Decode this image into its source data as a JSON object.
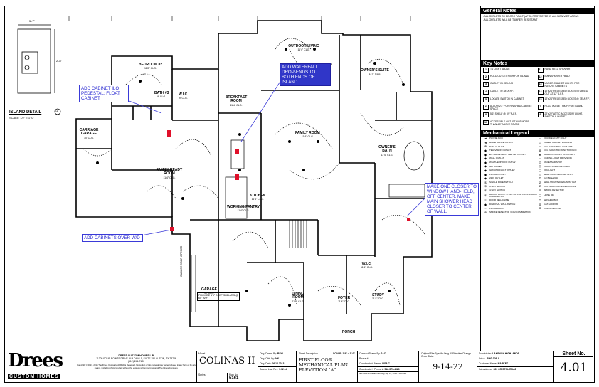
{
  "general_notes": {
    "title": "General Notes",
    "lines": [
      "-ALL OUTLETS TO BE ARC FAULT (AFCI) PROTECTED IN ALL NON-WET AREAS",
      "-ALL OUTLETS WILL BE TAMPER RESISTANT"
    ]
  },
  "key_notes": {
    "title": "Key Notes",
    "items": [
      {
        "num": "1",
        "text": "TV LIGHT ABOVE"
      },
      {
        "num": "11",
        "text": "HAND HELD SHOWER"
      },
      {
        "num": "2",
        "text": "HOLD OUTLET HIGH FOR ISLAND"
      },
      {
        "num": "12",
        "text": "MAIN SHOWER HEAD"
      },
      {
        "num": "3",
        "text": "OUTLET IN CEILING"
      },
      {
        "num": "13",
        "text": "UNDER CABINET LIGHTS FOR FUTURE CABINETS"
      },
      {
        "num": "4",
        "text": "OUTLET @ 48\" A.F.F."
      },
      {
        "num": "14",
        "text": "12\"x24\" RECESSED BOXES STUBBED OUT AT 12\" A.F.F."
      },
      {
        "num": "5",
        "text": "LOCATE SWITCH IN CABINET"
      },
      {
        "num": "15",
        "text": "12\"x24\" RECESSED BOXES @ 78\" A.F.F."
      },
      {
        "num": "6",
        "text": "ALLOW 2'2\" FOR FINISHED CABINET SPACE"
      },
      {
        "num": "7",
        "text": "HOLD OUTLET HIGH FOR ISLAND"
      },
      {
        "num": "8",
        "text": "5'6\" SHELF @ 5'0\" A.F.F."
      },
      {
        "num": "9",
        "text": "22\"x22\" ATTIC ACCESS W/ LIGHT, SWITCH & OUTLET"
      },
      {
        "num": "10",
        "text": "ACCESSIBLE OUTLET NOT MORE THAN 4'0\" ABOVE GRADE"
      }
    ]
  },
  "mechanical_legend": {
    "title": "Mechanical Legend",
    "items": [
      {
        "sym": "◄",
        "text": "PHONE JACK"
      },
      {
        "sym": "▭",
        "text": "FLUORESCENT LIGHT"
      },
      {
        "sym": "◄",
        "text": "HOME OFFICE OUTLET"
      },
      {
        "sym": "⊡",
        "text": "UNDER CABINET LIGHTING"
      },
      {
        "sym": "⊕",
        "text": "DATA OUTLET"
      },
      {
        "sym": "○",
        "text": "CLG. MOUNTED LIGHT FIXT"
      },
      {
        "sym": "◆",
        "text": "TELEVISION OUTLET"
      },
      {
        "sym": "⊗",
        "text": "CLG. MOUNTED JUNCTION BOX"
      },
      {
        "sym": "◆",
        "text": "ENTERTAINMENT CENTER OUTLET"
      },
      {
        "sym": "●",
        "text": "SURFACE MOUNT DISC LIGHT"
      },
      {
        "sym": "◆",
        "text": "WALL OUTLET"
      },
      {
        "sym": "○",
        "text": "CEILING LIGHT PROVISION"
      },
      {
        "sym": "◆",
        "text": "WEATHERPROOF OUTLET"
      },
      {
        "sym": "⊙",
        "text": "RECESSED SPOT"
      },
      {
        "sym": "◆",
        "text": "GFI OUTLET"
      },
      {
        "sym": "◎",
        "text": "DIRECTIONAL CAN LIGHT"
      },
      {
        "sym": "◆",
        "text": "GROUND FAULT OUTLET"
      },
      {
        "sym": "▢",
        "text": "PAN LIGHT"
      },
      {
        "sym": "◆",
        "text": "FLOOR OUTLET"
      },
      {
        "sym": "◇",
        "text": "WALL MOUNTED LIGHT FIXT"
      },
      {
        "sym": "◆",
        "text": "220V OUTLET"
      },
      {
        "sym": "⊓",
        "text": "GFI BREAKER"
      },
      {
        "sym": "$",
        "text": "SINGLE POLE SWITCH"
      },
      {
        "sym": "⊘",
        "text": "WALL MOUNTED EXHAUST FAN"
      },
      {
        "sym": "$",
        "text": "3-WAY SWITCH"
      },
      {
        "sym": "⊘",
        "text": "CLG. MOUNTED EXHAUST FAN"
      },
      {
        "sym": "$",
        "text": "4-WAY SWITCH"
      },
      {
        "sym": "⊛",
        "text": "SMOKE DETECTOR"
      },
      {
        "sym": "$",
        "text": "BLOCK, MOUNT & SWITCH FOR FAN/PENDANT COMBINATION"
      },
      {
        "sym": "▢",
        "text": "HOSE BIB"
      },
      {
        "sym": "≡",
        "text": "DOOR BELL CHIME"
      },
      {
        "sym": "⊡",
        "text": "WASHER BOX"
      },
      {
        "sym": "◆",
        "text": "DISPOSAL WALL SWITCH"
      },
      {
        "sym": "⊛",
        "text": "GAS HOOKUP"
      },
      {
        "sym": "○",
        "text": "FLOOR DRAIN"
      },
      {
        "sym": "⊛",
        "text": "CO2 DETECTOR"
      },
      {
        "sym": "⊛",
        "text": "SMOKE DETECTOR / CO2 COMBINATION"
      }
    ]
  },
  "island_detail": {
    "title": "ISLAND DETAIL",
    "scale": "SCALE: 1/2\" = 1'-0\"",
    "dim_top": "5'-7\"",
    "dim_side": "2'-8\"",
    "ref": "A1"
  },
  "rooms": {
    "bedroom2": {
      "name": "BEDROOM #2",
      "dims": "11'8\" CLG."
    },
    "bath3": {
      "name": "BATH #3",
      "dims": "9' CLG."
    },
    "wic1": {
      "name": "W.I.C.",
      "dims": "9' CLG."
    },
    "breakfast": {
      "name": "BREAKFAST ROOM",
      "dims": "11'4\" CLG."
    },
    "outdoor": {
      "name": "OUTDOOR LIVING",
      "dims": "11'4\" CLG."
    },
    "owners_suite": {
      "name": "OWNER'S SUITE",
      "dims": "11'4\" CLG."
    },
    "family": {
      "name": "FAMILY ROOM",
      "dims": "11'4\" CLG."
    },
    "owners_bath": {
      "name": "OWNER'S BATH",
      "dims": "11'4\" CLG."
    },
    "carriage": {
      "name": "CARRIAGE GARAGE",
      "dims": "10' CLG."
    },
    "ready": {
      "name": "FAMILY READY ROOM",
      "dims": "11'4\" CLG."
    },
    "kitchen": {
      "name": "KITCHEN",
      "dims": "11'4\" CLG."
    },
    "pantry": {
      "name": "WORKING PANTRY",
      "dims": "11'4\" CLG."
    },
    "garage": {
      "name": "GARAGE",
      "dims": "10' CLG."
    },
    "dining": {
      "name": "DINING ROOM",
      "dims": "11'4\" CLG."
    },
    "foyer": {
      "name": "FOYER",
      "dims": "11'4\" CLG."
    },
    "wic2": {
      "name": "W.I.C.",
      "dims": "11'4\" CLG."
    },
    "study": {
      "name": "STUDY",
      "dims": "11'4\" CLG."
    },
    "porch": {
      "name": "PORCH",
      "dims": ""
    }
  },
  "annotations": {
    "cabinet_pedestal": "ADD CABINET ILO PEDESTAL; FLOAT CABINET",
    "waterfall": "ADD WATERFALL DROP-ENDS TO BOTH ENDS OF ISLAND",
    "closer_shower": "MAKE ONE CLOSER TO WINDOW HAND-HELD, OFF CENTER.  MAKE MAIN SHOWER HEAD CLOSER TO CENTER OF WALL.",
    "cabinets_wd": "ADD CABINETS OVER W/D",
    "garage_note": "PROVIDE 1'6\" DEEP SHELVES @ 60\" AFF",
    "garage_side": "GARAGE DOOR OPENER"
  },
  "title_block": {
    "logo": "Drees",
    "logo_sub": "CUSTOM HOMES",
    "company": "DREES CUSTOM HOMES L.P.",
    "address": "11305 FOUR POINTS DRIVE BUILDING 1, SUITE 150 AUSTIN, TX 78726",
    "phone": "(512) 241-7100",
    "copyright": "Copyright © 2013, 2015 The Drees Company. All Rights Reserved. No portion of this material may be reproduced in any form or by any means, including photocopying, without the express written permission of The Drees Company.",
    "model_label": "Model",
    "project": "COLINAS II",
    "series_label": "Series",
    "plan_no_label": "Plan No.",
    "plan_no": "5161",
    "drawn_by_label": "Orig. Drawn By:",
    "drawn_by": "RSW",
    "chk_label": "Orig. Chk. By:",
    "chk_by": "MK",
    "orig_date_label": "Orig. Date:",
    "orig_date": "06.14.2013",
    "rev_label": "Date of Last Rev:",
    "rev_date": "9.12.14",
    "sheet_desc_label": "Sheet Description",
    "scale_label": "SCALE: 1/4\" = 1'-0\"",
    "sheet_desc": "FIRST FLOOR MECHANICAL PLAN",
    "elevation": "ELEVATION \"A\"",
    "contract_label": "Contract Drawn By:",
    "contract_by": "JAC",
    "phase_label": "Phase #:",
    "coord_label": "Coordinator's Name:",
    "coord_name": "LISA C.",
    "coord_phone_label": "Coordinator's Phone #:",
    "coord_phone": "512-579-4520",
    "file_path": "drs-5161-a Colinas II ss.dwg  Sep 19, 2014 - 10:22am",
    "date_big": "9-14-22",
    "orig_eff_label": "Original Site Specific Dwg. & Effective Change Order Date:",
    "subdivision_label": "Subdivision",
    "subdivision": "LAKEWAY HIGHLANDS",
    "job_label": "Job #:",
    "job": "RHG-026-A",
    "customer_label": "Customer Name",
    "customer": "MARKET",
    "addr_label": "Job Address",
    "job_addr": "809 GRISTOL ROAD",
    "sheet_no_label": "Sheet No.",
    "sheet_no": "4.01"
  }
}
